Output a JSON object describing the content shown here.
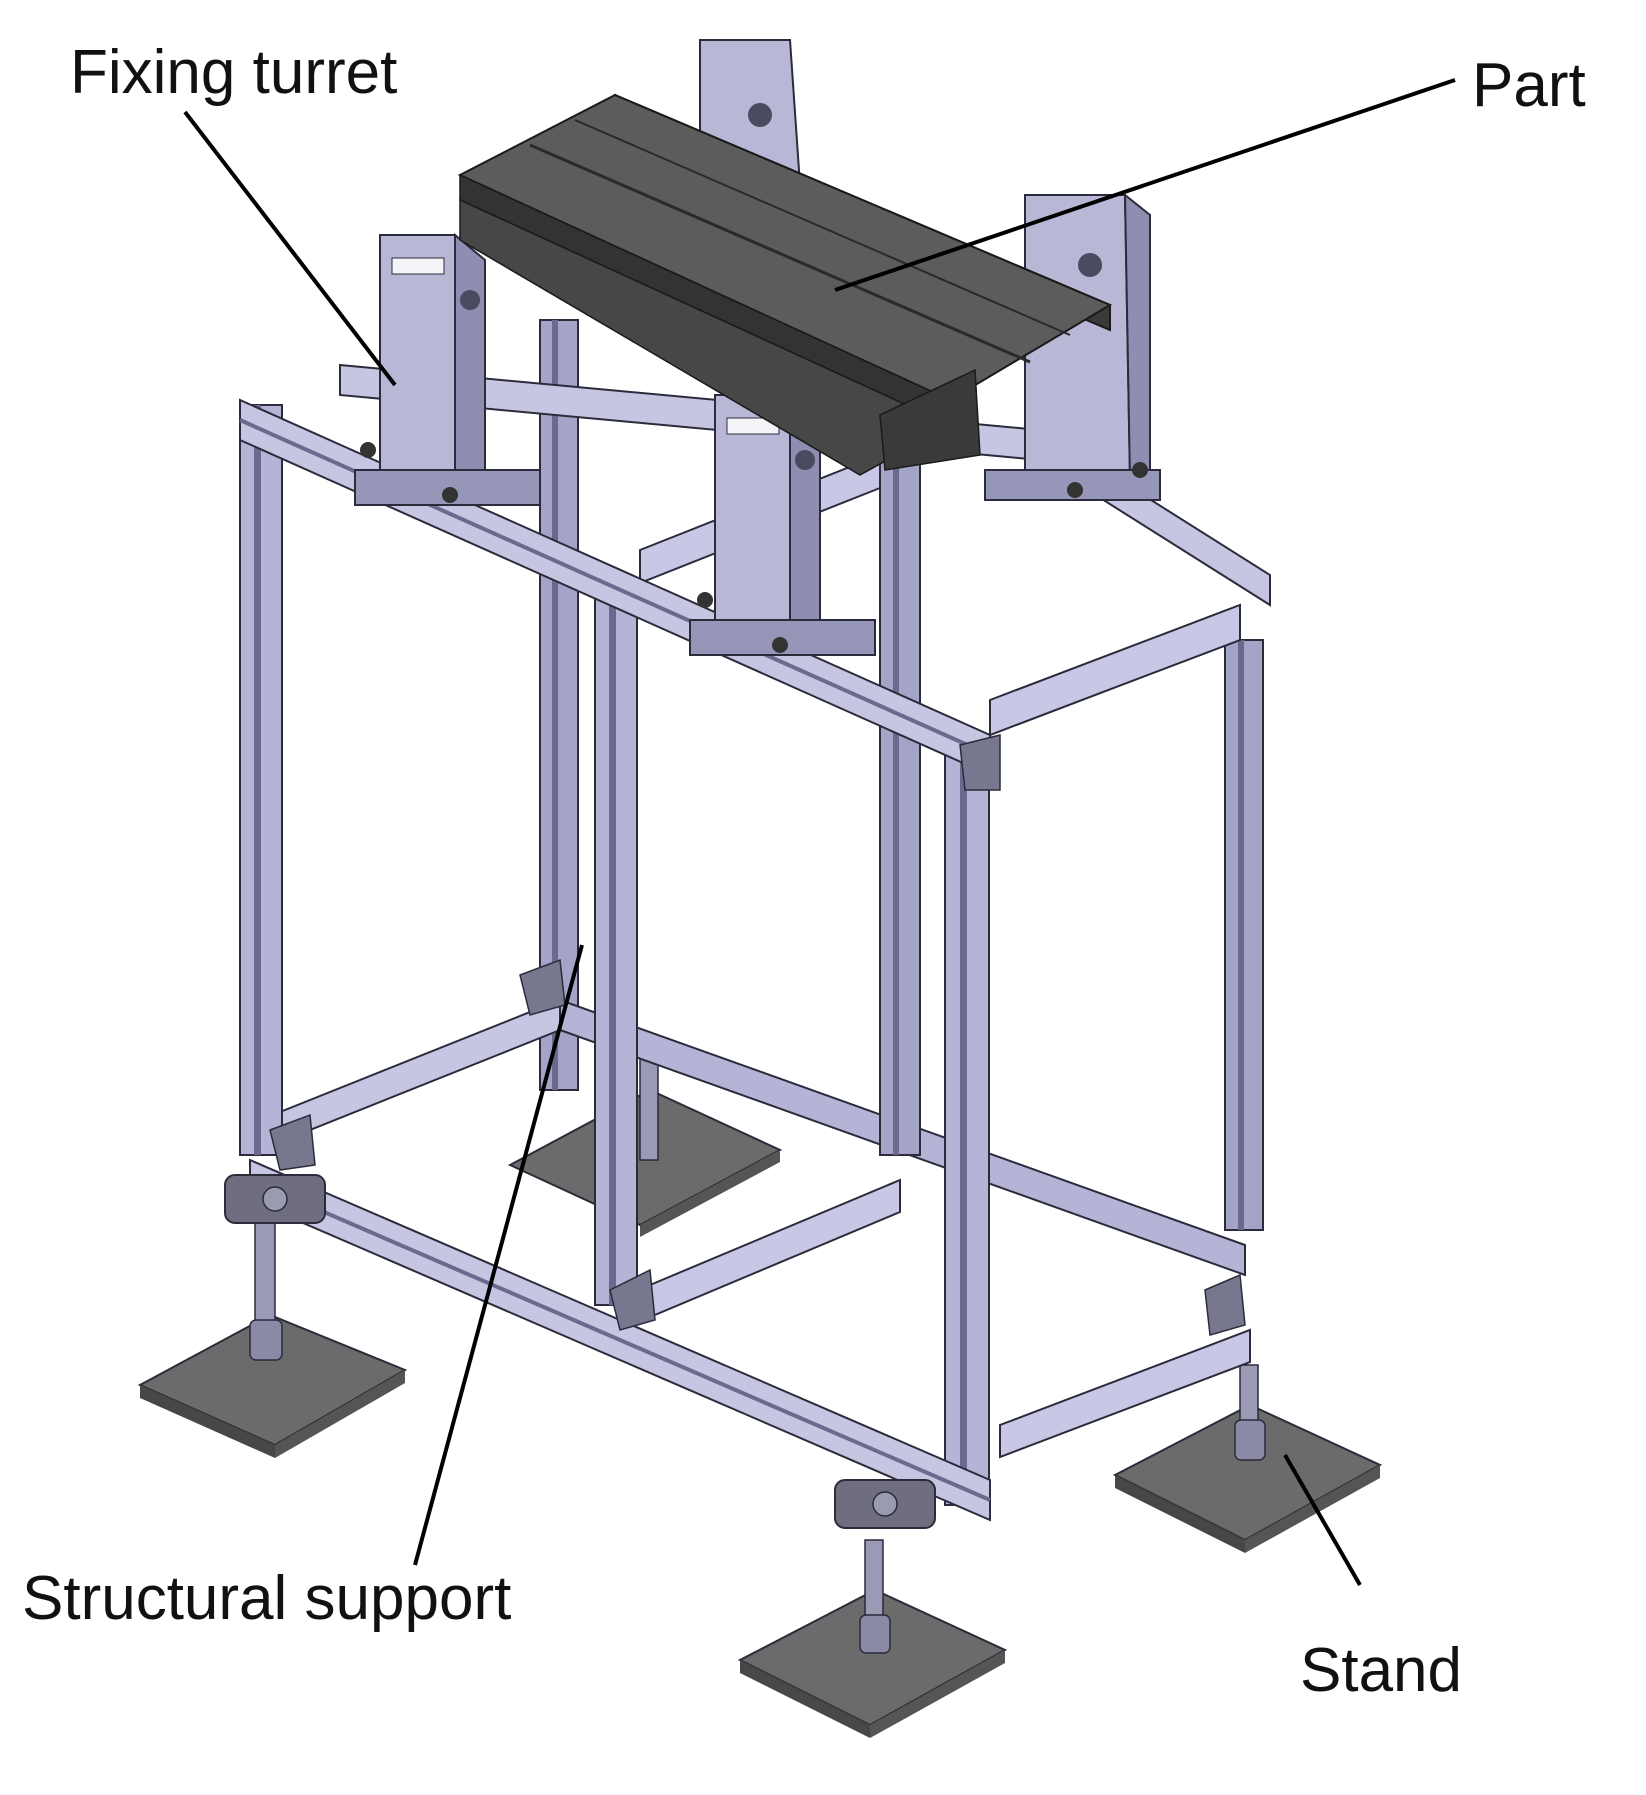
{
  "labels": {
    "fixing_turret": "Fixing turret",
    "part": "Part",
    "structural_support": "Structural support",
    "stand": "Stand"
  },
  "colors": {
    "frame_light": "#c6c6e2",
    "frame_mid": "#a4a4c8",
    "frame_dark": "#6a6a8e",
    "outline": "#2b2b3b",
    "turret_face": "#b8b8d6",
    "turret_side": "#8e8eb2",
    "part_top": "#5c5c5c",
    "part_dark": "#3a3a3a",
    "foot_plate": "#6b6b6b",
    "leader_line": "#000000"
  }
}
